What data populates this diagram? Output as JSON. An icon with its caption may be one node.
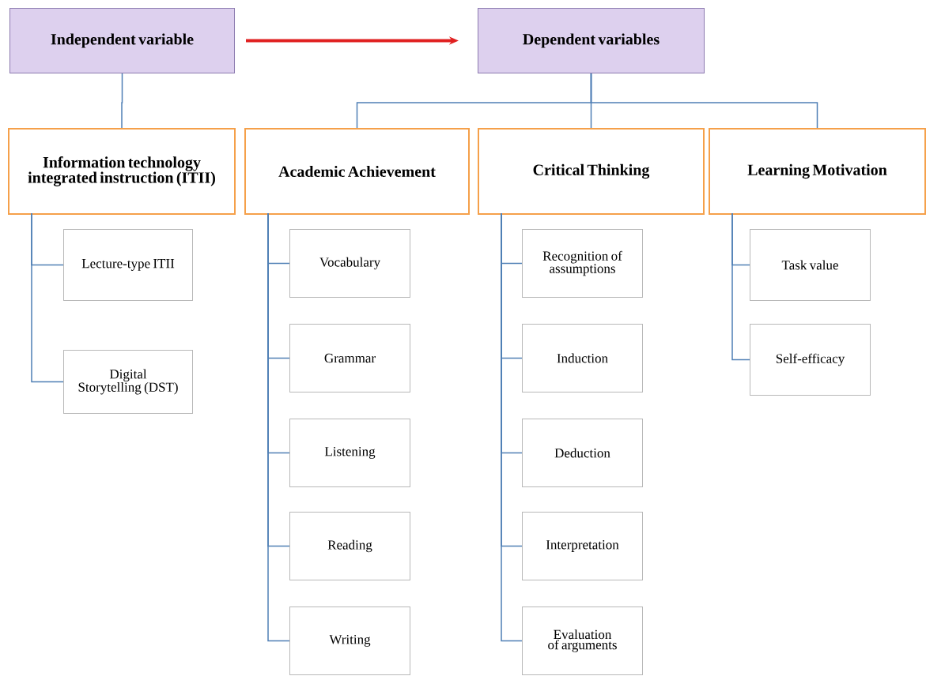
{
  "diagram": {
    "nodes": [
      {
        "text": [
          "Independent variable"
        ]
      },
      {
        "text": [
          "Dependent variables"
        ]
      },
      {
        "text": [
          "Information technology integrated instruction (ITII)"
        ]
      },
      {
        "text": [
          "Academic Achievement"
        ]
      },
      {
        "text": [
          "Critical Thinking"
        ]
      },
      {
        "text": [
          "Learning Motivation"
        ]
      },
      {
        "text": [
          "Lecture-type ITII"
        ]
      },
      {
        "text": [
          "Digital Storytelling (DST)"
        ]
      },
      {
        "text": [
          "Vocabulary"
        ]
      },
      {
        "text": [
          "Grammar"
        ]
      },
      {
        "text": [
          "Listening"
        ]
      },
      {
        "text": [
          "Reading"
        ]
      },
      {
        "text": [
          "Writing"
        ]
      },
      {
        "text": [
          "Recognition of assumptions"
        ]
      },
      {
        "text": [
          "Induction"
        ]
      },
      {
        "text": [
          "Deduction"
        ]
      },
      {
        "text": [
          "Interpretation"
        ]
      },
      {
        "text": [
          "Evaluation of arguments"
        ]
      },
      {
        "text": [
          "Task value"
        ]
      },
      {
        "text": [
          "Self-efficacy"
        ]
      }
    ],
    "edges": [
      {
        "from": 0,
        "to": 1,
        "arrow": "to",
        "style": "thick",
        "color": "#e02020"
      },
      {
        "from": 0,
        "to": 2,
        "arrow": "none"
      },
      {
        "from": 1,
        "to": 3,
        "arrow": "none"
      },
      {
        "from": 1,
        "to": 4,
        "arrow": "none"
      },
      {
        "from": 1,
        "to": 5,
        "arrow": "none"
      },
      {
        "from": 2,
        "to": 6,
        "arrow": "none"
      },
      {
        "from": 2,
        "to": 7,
        "arrow": "none"
      },
      {
        "from": 3,
        "to": 8,
        "arrow": "none"
      },
      {
        "from": 3,
        "to": 9,
        "arrow": "none"
      },
      {
        "from": 3,
        "to": 10,
        "arrow": "none"
      },
      {
        "from": 3,
        "to": 11,
        "arrow": "none"
      },
      {
        "from": 3,
        "to": 12,
        "arrow": "none"
      },
      {
        "from": 4,
        "to": 13,
        "arrow": "none"
      },
      {
        "from": 4,
        "to": 14,
        "arrow": "none"
      },
      {
        "from": 4,
        "to": 15,
        "arrow": "none"
      },
      {
        "from": 4,
        "to": 16,
        "arrow": "none"
      },
      {
        "from": 4,
        "to": 17,
        "arrow": "none"
      },
      {
        "from": 5,
        "to": 18,
        "arrow": "none"
      },
      {
        "from": 5,
        "to": 19,
        "arrow": "none"
      }
    ]
  }
}
